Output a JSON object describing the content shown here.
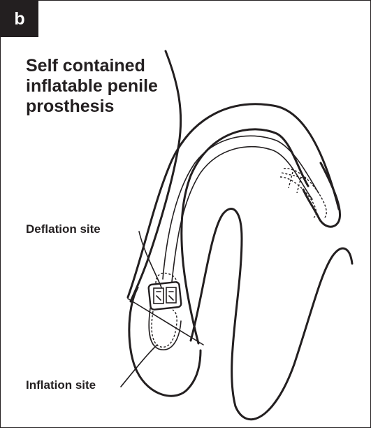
{
  "panel": {
    "label": "b"
  },
  "title": "Self contained inflatable penile prosthesis",
  "callouts": {
    "deflation": "Deflation site",
    "inflation": "Inflation site"
  },
  "colors": {
    "ink": "#231f20",
    "background": "#ffffff"
  }
}
